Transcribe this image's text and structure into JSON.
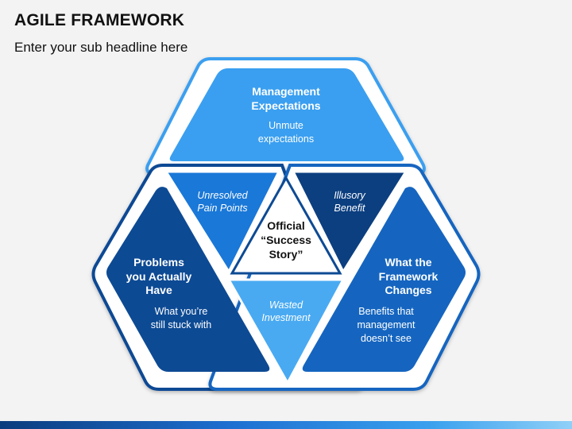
{
  "slide": {
    "title": "AGILE FRAMEWORK",
    "subtitle": "Enter your sub headline here"
  },
  "segments": {
    "top": {
      "heading": "Management Expectations",
      "heading_line1": "Management",
      "heading_line2": "Expectations",
      "body_line1": "Unmute",
      "body_line2": "expectations",
      "color": "#3a9ff0"
    },
    "left": {
      "heading_line1": "Problems",
      "heading_line2": "you Actually",
      "heading_line3": "Have",
      "body_line1": "What you’re",
      "body_line2": "still stuck with",
      "color": "#0d4a94"
    },
    "right": {
      "heading_line1": "What the",
      "heading_line2": "Framework",
      "heading_line3": "Changes",
      "body_line1": "Benefits that",
      "body_line2": "management",
      "body_line3": "doesn’t see",
      "color": "#1565c0"
    }
  },
  "overlaps": {
    "top_left": {
      "line1": "Unresolved",
      "line2": "Pain Points",
      "color": "#1a78d8"
    },
    "top_right": {
      "line1": "Illusory",
      "line2": "Benefit",
      "color": "#0c3f80"
    },
    "bottom": {
      "line1": "Wasted",
      "line2": "Investment",
      "color": "#49aaf2"
    }
  },
  "center": {
    "line1": "Official",
    "line2": "“Success",
    "line3": "Story”"
  },
  "colors": {
    "ring_light": "#3a9ff0",
    "ring_dark": "#0d4a94",
    "ring_mid": "#1565c0",
    "background": "#f3f3f3"
  }
}
